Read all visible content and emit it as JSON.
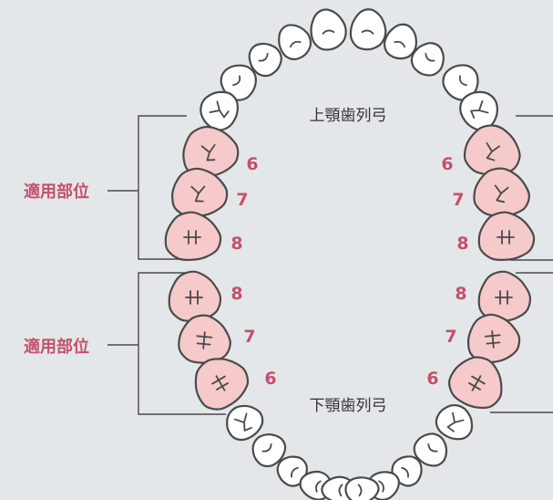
{
  "upper_arch_label": "上顎歯列弓",
  "lower_arch_label": "下顎歯列弓",
  "applicable_label_upper": "適用部位",
  "applicable_label_lower": "適用部位",
  "colors": {
    "background": "#e4e7ea",
    "highlight_fill": "#f6c9cb",
    "normal_fill": "#ffffff",
    "tooth_outline": "#4a4a4a",
    "accent_text": "#c4506b",
    "bracket_line": "#4a4a4a"
  },
  "upper_left_numbers": [
    "6",
    "7",
    "8"
  ],
  "upper_right_numbers": [
    "6",
    "7",
    "8"
  ],
  "lower_left_numbers": [
    "8",
    "7",
    "6"
  ],
  "lower_right_numbers": [
    "8",
    "7",
    "6"
  ]
}
